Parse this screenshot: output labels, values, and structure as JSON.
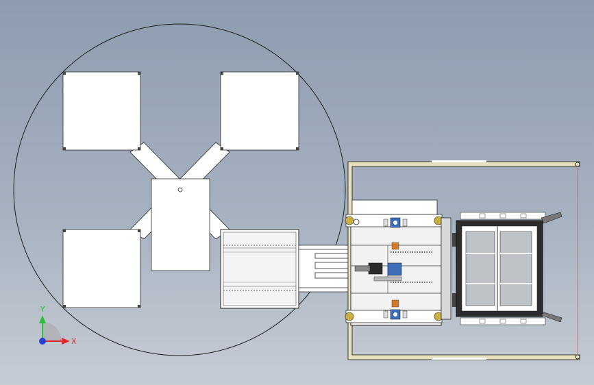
{
  "view": {
    "title": "",
    "background_top": "#8e9cb0",
    "background_bottom": "#c3c9d1"
  },
  "triad": {
    "x_label": "X",
    "y_label": "Y",
    "x_color": "#e0282d",
    "y_color": "#2fbf3a",
    "z_color": "#2a3fd6"
  },
  "model": {
    "turntable_stations": [
      "top-left",
      "top-right",
      "bottom-left"
    ],
    "components": [
      "turntable-circle",
      "station-plate",
      "cross-arm",
      "center-hub",
      "loading-tray",
      "conveyor-rails",
      "machine-frame",
      "cabinet",
      "guard-rail"
    ]
  }
}
